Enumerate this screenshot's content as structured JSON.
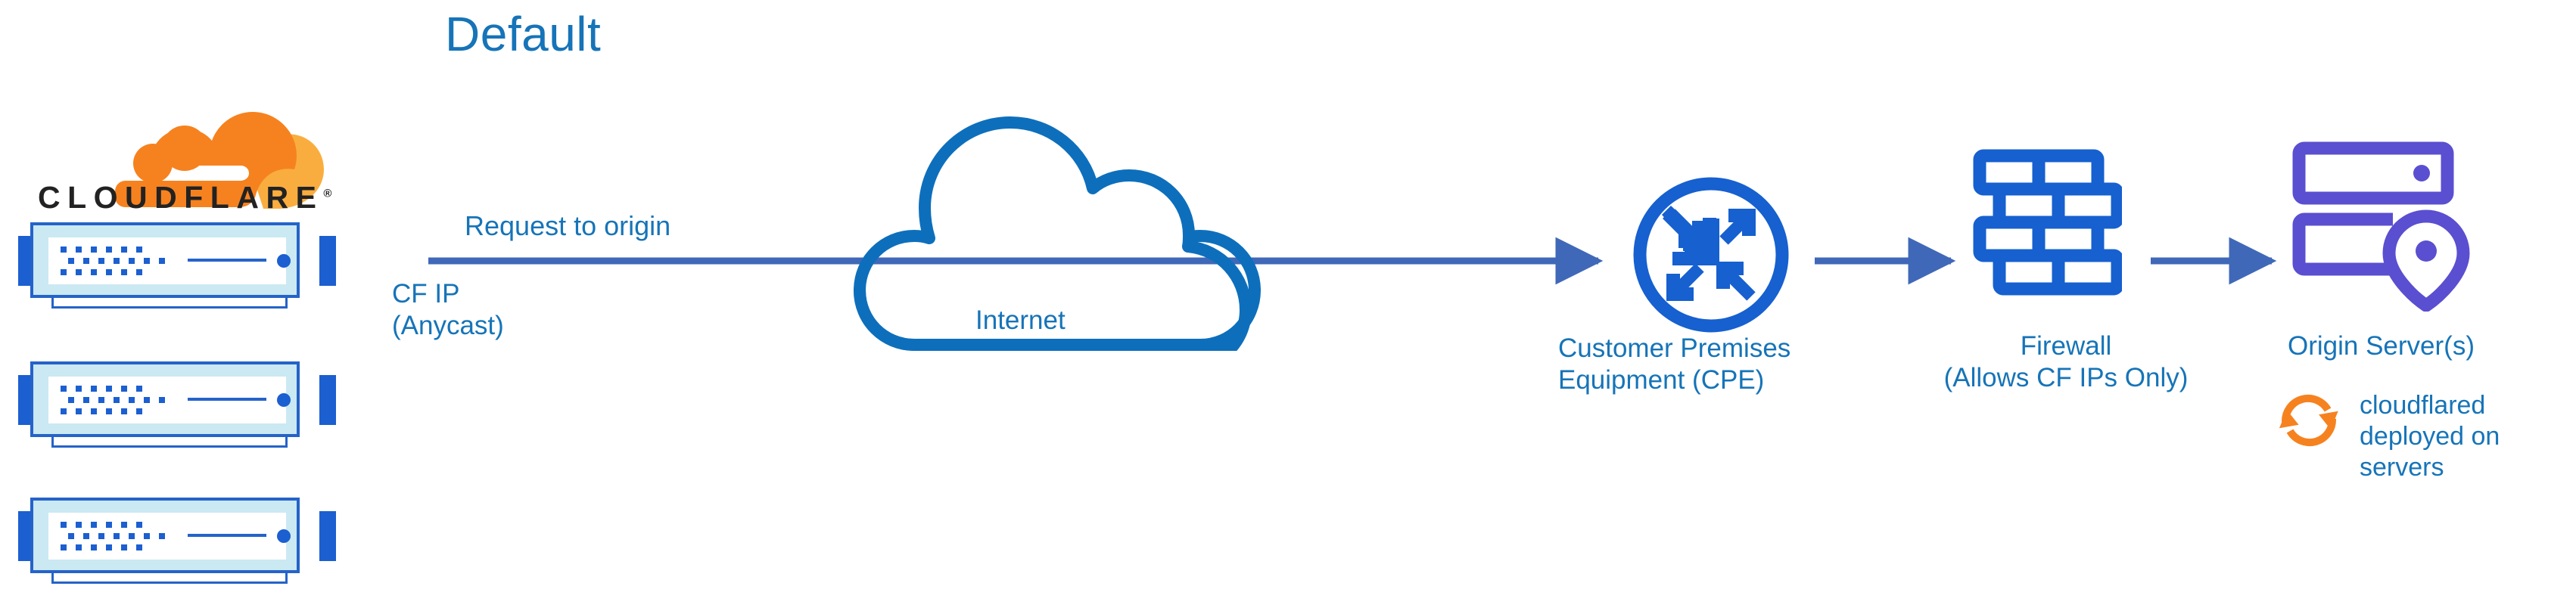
{
  "diagram": {
    "title": "Default",
    "brand_accent": "#1674b8",
    "flow_arrow_color": "#4068b8",
    "cloud_stroke_color": "#0d6fbc",
    "network_icon_color": "#1660d0",
    "origin_icon_color": "#5a4fd0",
    "cloudflared_icon_color": "#f6821f"
  },
  "logo": {
    "name": "cloudflare-logo",
    "wordmark": "CLOUDFLARE",
    "registered_mark": "®",
    "cloud_color_primary": "#f6821f",
    "cloud_color_secondary": "#faad3f",
    "wordmark_color": "#222222"
  },
  "servers": {
    "count": 3,
    "items": [
      {
        "name": "cloudflare-edge-server-1"
      },
      {
        "name": "cloudflare-edge-server-2"
      },
      {
        "name": "cloudflare-edge-server-3"
      }
    ]
  },
  "flow": {
    "request_label": "Request to origin",
    "cf_ip_label": "CF IP\n(Anycast)"
  },
  "nodes": {
    "internet": {
      "label": "Internet",
      "icon": "cloud-icon"
    },
    "cpe": {
      "label": "Customer Premises\nEquipment (CPE)",
      "icon": "router-icon"
    },
    "firewall": {
      "label": "Firewall\n(Allows CF IPs Only)",
      "icon": "brick-wall-icon"
    },
    "origin": {
      "label": "Origin Server(s)",
      "icon": "server-rack-pin-icon"
    }
  },
  "annotation": {
    "cloudflared": {
      "label": "cloudflared\ndeployed on\nservers",
      "icon": "refresh-cycle-icon"
    }
  }
}
